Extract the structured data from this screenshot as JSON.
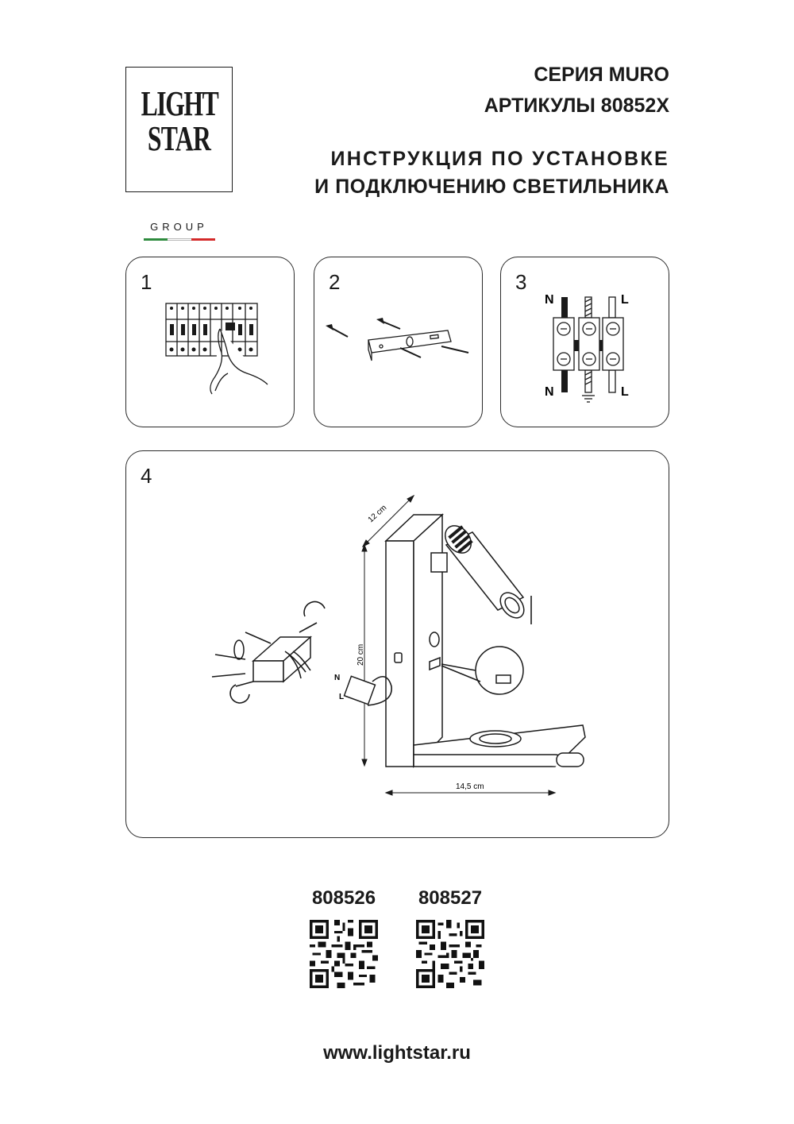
{
  "logo": {
    "line1": "LIGHT",
    "line2": "STAR",
    "line3": "GROUP",
    "flag_colors": [
      "#2e8b3e",
      "#ffffff",
      "#d42a2a"
    ]
  },
  "header": {
    "series": "СЕРИЯ MURO",
    "articles": "АРТИКУЛЫ 80852X",
    "title_line1": "ИНСТРУКЦИЯ ПО УСТАНОВКЕ",
    "title_line2": "И ПОДКЛЮЧЕНИЮ СВЕТИЛЬНИКА"
  },
  "steps": [
    {
      "number": "1"
    },
    {
      "number": "2"
    },
    {
      "number": "3",
      "labels": {
        "n_top": "N",
        "l_top": "L",
        "n_bottom": "N",
        "l_bottom": "L"
      }
    },
    {
      "number": "4",
      "dimensions": {
        "depth": "12 cm",
        "height": "20 cm",
        "width": "14,5 cm"
      },
      "wire_labels": {
        "n": "N",
        "l": "L"
      }
    }
  ],
  "products": [
    {
      "code": "808526"
    },
    {
      "code": "808527"
    }
  ],
  "website": "www.lightstar.ru"
}
